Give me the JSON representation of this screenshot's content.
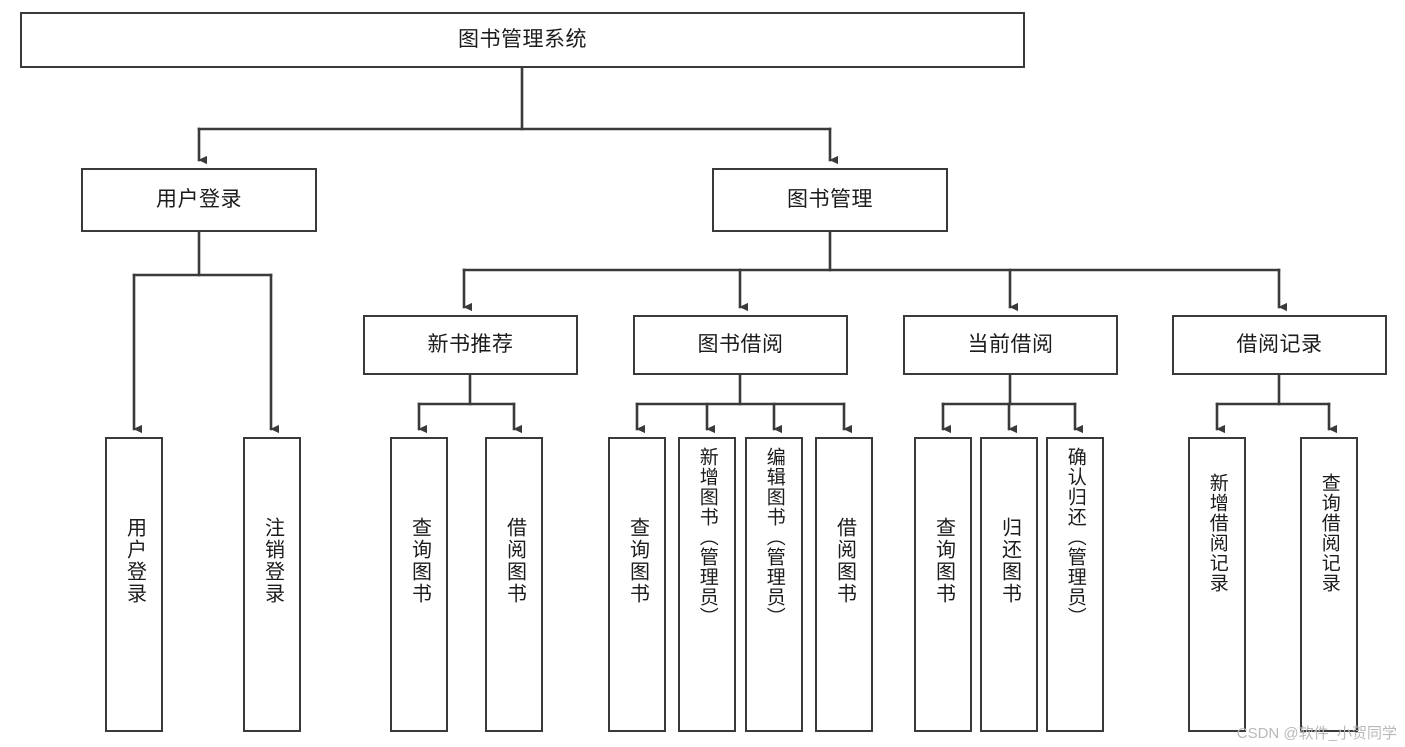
{
  "diagram": {
    "type": "tree-hierarchy",
    "title": "图书管理系统",
    "root": {
      "id": "root",
      "label": "图书管理系统"
    },
    "level2": [
      {
        "id": "user-login",
        "label": "用户登录"
      },
      {
        "id": "book-management",
        "label": "图书管理"
      }
    ],
    "level3": [
      {
        "id": "new-book-recommend",
        "label": "新书推荐"
      },
      {
        "id": "book-borrow",
        "label": "图书借阅"
      },
      {
        "id": "current-borrow",
        "label": "当前借阅"
      },
      {
        "id": "borrow-record",
        "label": "借阅记录"
      }
    ],
    "leaves": [
      {
        "id": "leaf-user-login",
        "label": "用户登录",
        "parent": "user-login"
      },
      {
        "id": "leaf-user-logout",
        "label": "注销登录",
        "parent": "user-login"
      },
      {
        "id": "leaf-query-book-1",
        "label": "查询图书",
        "parent": "new-book-recommend"
      },
      {
        "id": "leaf-borrow-book-1",
        "label": "借阅图书",
        "parent": "new-book-recommend"
      },
      {
        "id": "leaf-query-book-2",
        "label": "查询图书",
        "parent": "book-borrow"
      },
      {
        "id": "leaf-add-book",
        "label": "新增图书（管理员）",
        "parent": "book-borrow"
      },
      {
        "id": "leaf-edit-book",
        "label": "编辑图书（管理员）",
        "parent": "book-borrow"
      },
      {
        "id": "leaf-borrow-book-2",
        "label": "借阅图书",
        "parent": "book-borrow"
      },
      {
        "id": "leaf-query-book-3",
        "label": "查询图书",
        "parent": "current-borrow"
      },
      {
        "id": "leaf-return-book",
        "label": "归还图书",
        "parent": "current-borrow"
      },
      {
        "id": "leaf-confirm-return",
        "label": "确认归还（管理员）",
        "parent": "current-borrow"
      },
      {
        "id": "leaf-add-record",
        "label": "新增借阅记录",
        "parent": "borrow-record"
      },
      {
        "id": "leaf-query-record",
        "label": "查询借阅记录",
        "parent": "borrow-record"
      }
    ],
    "colors": {
      "box_border": "#3a3a3a",
      "box_fill": "#ffffff",
      "connector": "#3a3a3a",
      "text": "#1c1c1c",
      "watermark": "#b9b9b9"
    }
  },
  "watermark": {
    "text": "CSDN @软件_小贺同学"
  }
}
